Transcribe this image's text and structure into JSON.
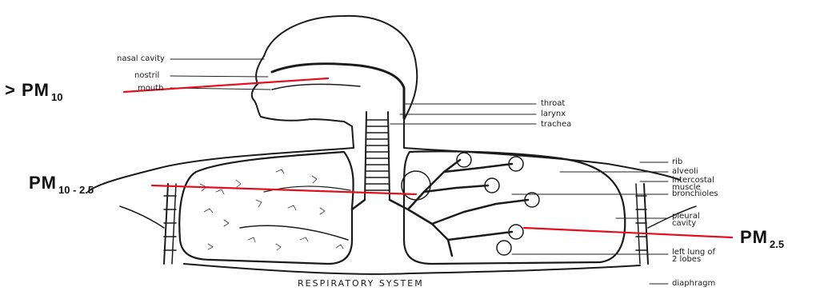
{
  "caption": "RESPIRATORY SYSTEM",
  "left_labels": {
    "nasal_cavity": "nasal cavity",
    "nostril": "nostril",
    "mouth": "mouth"
  },
  "right_labels": {
    "throat": "throat",
    "larynx": "larynx",
    "trachea": "trachea",
    "rib": "rib",
    "alveoli": "alveoli",
    "intercostal_muscle": "intercostal\nmuscle",
    "bronchioles": "bronchioles",
    "pleural_cavity": "pleural\ncavity",
    "left_lung": "left lung of\n2 lobes",
    "diaphragm": "diaphragm"
  },
  "particle_markers": {
    "coarse": {
      "prefix": "> PM",
      "sub": "10"
    },
    "medium": {
      "prefix": "PM",
      "sub": "10 - 2.5"
    },
    "fine": {
      "prefix": "PM",
      "sub": "2.5"
    }
  },
  "colors": {
    "ink": "#1a1a1a",
    "arrow": "#e0101e",
    "background": "#ffffff"
  }
}
